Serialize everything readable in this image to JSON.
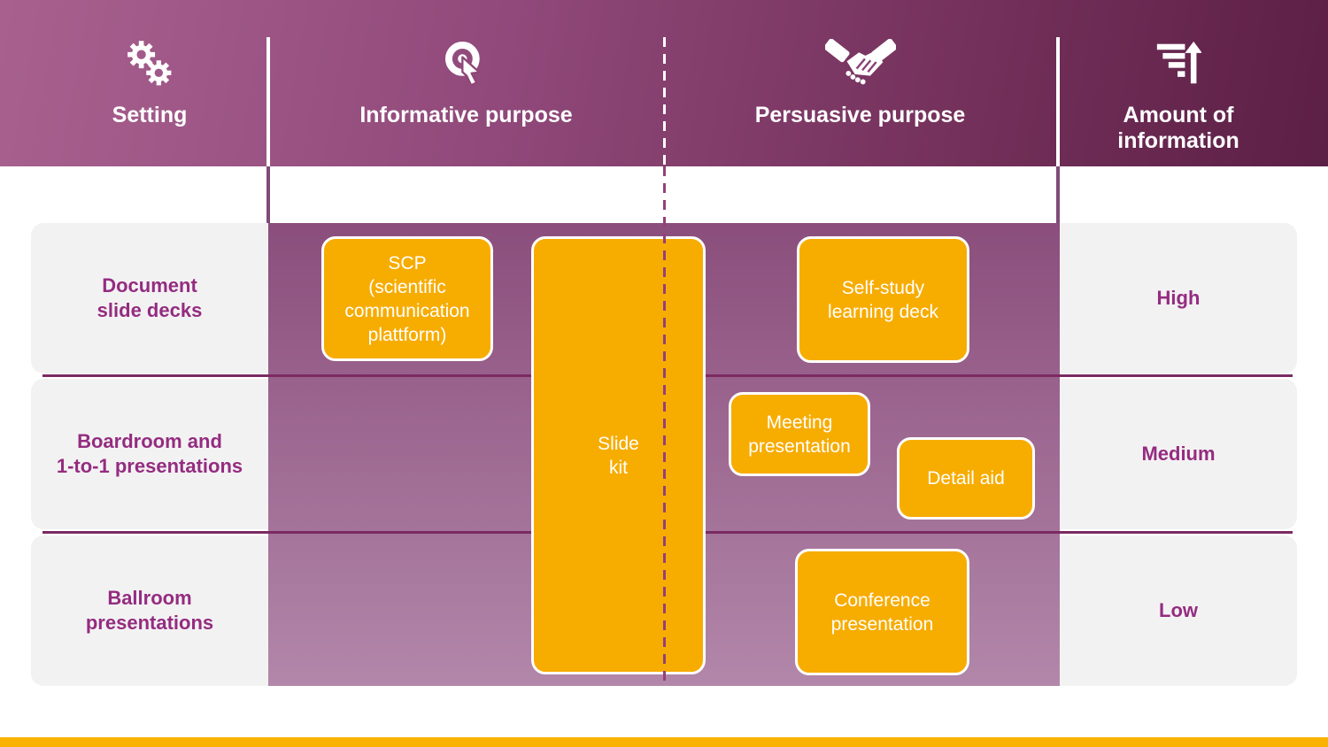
{
  "header": {
    "columns": [
      {
        "label": "Setting",
        "icon": "gears-icon"
      },
      {
        "label": "Informative purpose",
        "icon": "target-cursor-icon"
      },
      {
        "label": "Persuasive purpose",
        "icon": "handshake-icon"
      },
      {
        "label": "Amount of\ninformation",
        "icon": "bars-arrow-up-icon"
      }
    ]
  },
  "rows": [
    {
      "setting": "Document\nslide decks",
      "amount": "High"
    },
    {
      "setting": "Boardroom and\n1-to-1 presentations",
      "amount": "Medium"
    },
    {
      "setting": "Ballroom\npresentations",
      "amount": "Low"
    }
  ],
  "matrix_boxes": [
    {
      "id": "scp",
      "label": "SCP\n(scientific\ncommunication\nplattform)",
      "purpose": "informative",
      "rows": [
        "Document slide decks"
      ]
    },
    {
      "id": "slide-kit",
      "label": "Slide\nkit",
      "purpose": "informative-persuasive",
      "rows": [
        "Document slide decks",
        "Boardroom and 1-to-1 presentations",
        "Ballroom presentations"
      ]
    },
    {
      "id": "self-study",
      "label": "Self-study\nlearning deck",
      "purpose": "persuasive",
      "rows": [
        "Document slide decks"
      ]
    },
    {
      "id": "meeting",
      "label": "Meeting\npresentation",
      "purpose": "persuasive",
      "rows": [
        "Boardroom and 1-to-1 presentations"
      ]
    },
    {
      "id": "detail-aid",
      "label": "Detail aid",
      "purpose": "persuasive",
      "rows": [
        "Boardroom and 1-to-1 presentations"
      ]
    },
    {
      "id": "conference",
      "label": "Conference\npresentation",
      "purpose": "persuasive",
      "rows": [
        "Ballroom presentations"
      ]
    }
  ],
  "colors": {
    "header_gradient_start": "#a8618f",
    "header_gradient_end": "#5c1f45",
    "matrix_top": "#8b4e7c",
    "matrix_bottom": "#b287aa",
    "panel_gray": "#f3f2f3",
    "purple_text": "#942c80",
    "separator_line": "#7b2a62",
    "box_orange": "#f7ac00",
    "footer_orange": "#f9b200",
    "dash_purple": "#93407a"
  }
}
